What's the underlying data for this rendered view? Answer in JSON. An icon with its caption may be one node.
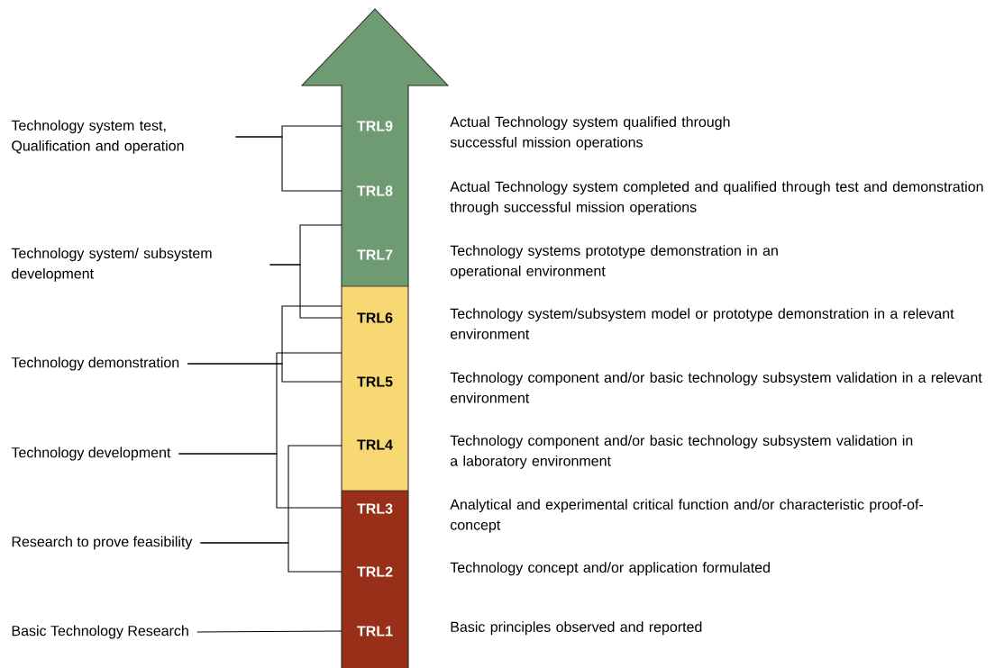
{
  "diagram": {
    "nodes": [
      {
        "text": [
          "TRL9"
        ],
        "beside": [
          "Actual Technology system qualified through successful mission operations"
        ]
      },
      {
        "text": [
          "TRL8"
        ],
        "beside": [
          "Actual Technology system completed and qualified through test and demonstration through successful mission operations"
        ]
      },
      {
        "text": [
          "TRL7"
        ],
        "beside": [
          "Technology systems prototype demonstration in an operational environment"
        ]
      },
      {
        "text": [
          "TRL6"
        ],
        "beside": [
          "Technology system/subsystem model or prototype demonstration in a relevant environment"
        ]
      },
      {
        "text": [
          "TRL5"
        ],
        "beside": [
          "Technology component and/or basic technology subsystem validation in a relevant environment"
        ]
      },
      {
        "text": [
          "TRL4"
        ],
        "beside": [
          "Technology component and/or basic technology subsystem validation in a laboratory environment"
        ]
      },
      {
        "text": [
          "TRL3"
        ],
        "beside": [
          "Analytical and experimental critical function and/or characteristic proof-of-concept"
        ]
      },
      {
        "text": [
          "TRL2"
        ],
        "beside": [
          "Technology concept and/or application formulated"
        ]
      },
      {
        "text": [
          "TRL1"
        ],
        "beside": [
          "Basic principles observed and reported"
        ]
      },
      {
        "text": [
          "Technology system test, Qualification and operation"
        ]
      },
      {
        "text": [
          "Technology system/ subsystem development"
        ]
      },
      {
        "text": [
          "Technology demonstration"
        ]
      },
      {
        "text": [
          "Technology development"
        ]
      },
      {
        "text": [
          "Research to prove feasibility"
        ]
      },
      {
        "text": [
          "Basic Technology Research"
        ]
      }
    ],
    "edges": [
      {
        "from": 9,
        "to": 0,
        "arrow": "none"
      },
      {
        "from": 9,
        "to": 1,
        "arrow": "none"
      },
      {
        "from": 10,
        "to": 2,
        "arrow": "none"
      },
      {
        "from": 10,
        "to": 3,
        "arrow": "none"
      },
      {
        "from": 11,
        "to": 3,
        "arrow": "none"
      },
      {
        "from": 11,
        "to": 4,
        "arrow": "none"
      },
      {
        "from": 12,
        "to": 4,
        "arrow": "none"
      },
      {
        "from": 12,
        "to": 6,
        "arrow": "none"
      },
      {
        "from": 13,
        "to": 5,
        "arrow": "none"
      },
      {
        "from": 13,
        "to": 7,
        "arrow": "none"
      },
      {
        "from": 14,
        "to": 8,
        "arrow": "none"
      }
    ]
  }
}
